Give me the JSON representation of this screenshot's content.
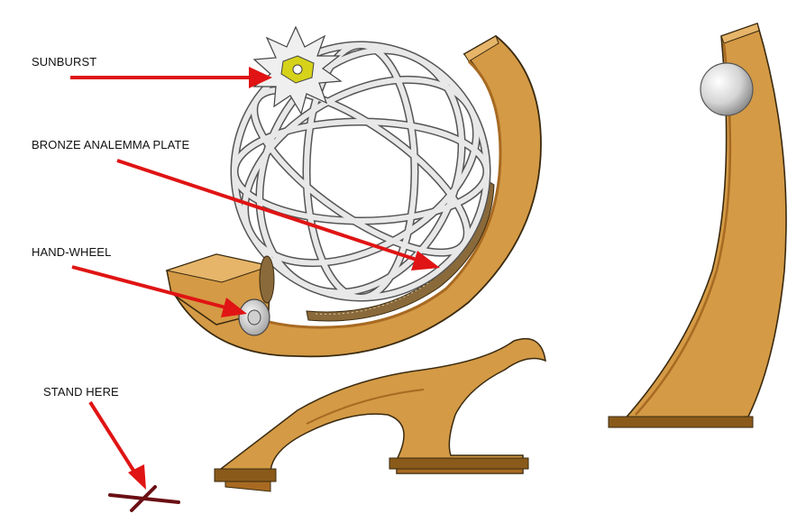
{
  "labels": {
    "sunburst": "SUNBURST",
    "analemma_plate": "BRONZE ANALEMMA PLATE",
    "hand_wheel": "HAND-WHEEL",
    "stand_here": "STAND HERE"
  },
  "colors": {
    "wood": "#d49a45",
    "wood_dark": "#a86a22",
    "wood_light": "#e6b56a",
    "arrow": "#e01414",
    "stand_mark": "#6b0f14",
    "ring": "#e8e8e8",
    "ring_outline": "#555555",
    "plate": "#8a6a3a",
    "sunburst_center": "#d6d21a"
  },
  "icons": [
    "sunburst-icon",
    "hand-wheel-icon",
    "ball-icon"
  ]
}
